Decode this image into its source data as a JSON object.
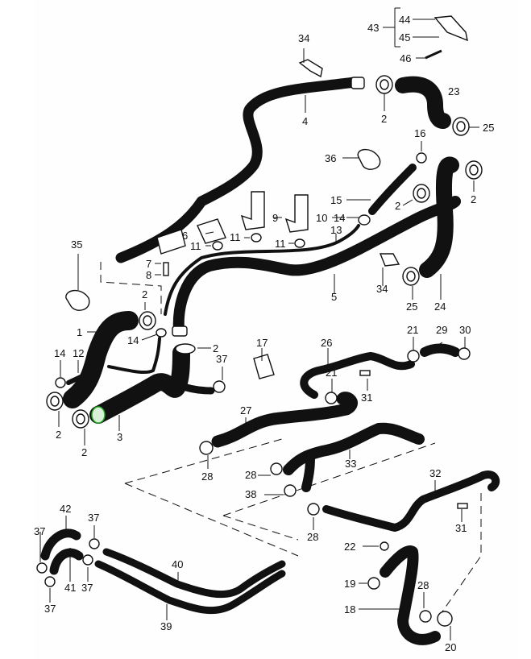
{
  "diagram": {
    "title": "Coolant hoses and pipes exploded parts diagram",
    "highlight_color": "#22aa22",
    "highlighted_part": "3",
    "labels": {
      "p1": "1",
      "p2a": "2",
      "p2b": "2",
      "p2c": "2",
      "p2d": "2",
      "p2e": "2",
      "p2f": "2",
      "p2g": "2",
      "p3": "3",
      "p4": "4",
      "p5": "5",
      "p6": "6",
      "p7": "7",
      "p8": "8",
      "p9": "9",
      "p10": "10",
      "p11a": "11",
      "p11b": "11",
      "p11c": "11",
      "p12": "12",
      "p13": "13",
      "p14a": "14",
      "p14b": "14",
      "p14c": "14",
      "p15": "15",
      "p16": "16",
      "p17": "17",
      "p18": "18",
      "p19": "19",
      "p20": "20",
      "p21a": "21",
      "p21b": "21",
      "p22": "22",
      "p23": "23",
      "p24": "24",
      "p25a": "25",
      "p25b": "25",
      "p26": "26",
      "p27": "27",
      "p28a": "28",
      "p28b": "28",
      "p28c": "28",
      "p28d": "28",
      "p29": "29",
      "p30": "30",
      "p31a": "31",
      "p31b": "31",
      "p32": "32",
      "p33": "33",
      "p34a": "34",
      "p34b": "34",
      "p35": "35",
      "p36": "36",
      "p37a": "37",
      "p37b": "37",
      "p37c": "37",
      "p37d": "37",
      "p37e": "37",
      "p38": "38",
      "p39": "39",
      "p40": "40",
      "p41": "41",
      "p42": "42",
      "p43": "43",
      "p44": "44",
      "p45": "45",
      "p46": "46"
    }
  }
}
